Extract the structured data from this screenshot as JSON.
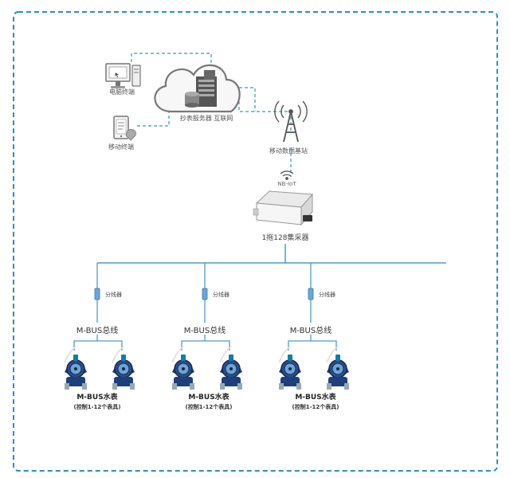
{
  "labels": {
    "pc_terminal": "电脑终端",
    "cloud_server": "抄表服务器 互联网",
    "mobile_terminal": "移动终端",
    "base_station": "移动数据基站",
    "nbiot": "NB-IoT",
    "concentrator": "1拖128集采器"
  },
  "branches": [
    {
      "splitter": "分线器",
      "bus": "M-BUS总线",
      "meter": "M-BUS水表",
      "control": "(控制1-12个表具)"
    },
    {
      "splitter": "分线器",
      "bus": "M-BUS总线",
      "meter": "M-BUS水表",
      "control": "(控制1-12个表具)"
    },
    {
      "splitter": "分线器",
      "bus": "M-BUS总线",
      "meter": "M-BUS水表",
      "control": "(控制1-12个表具)"
    }
  ],
  "colors": {
    "frame_border": "#2a8fc7",
    "link_dashed": "#3a9aa8",
    "bus_line": "#4f9bc8",
    "meter_body": "#1f3f7a"
  }
}
